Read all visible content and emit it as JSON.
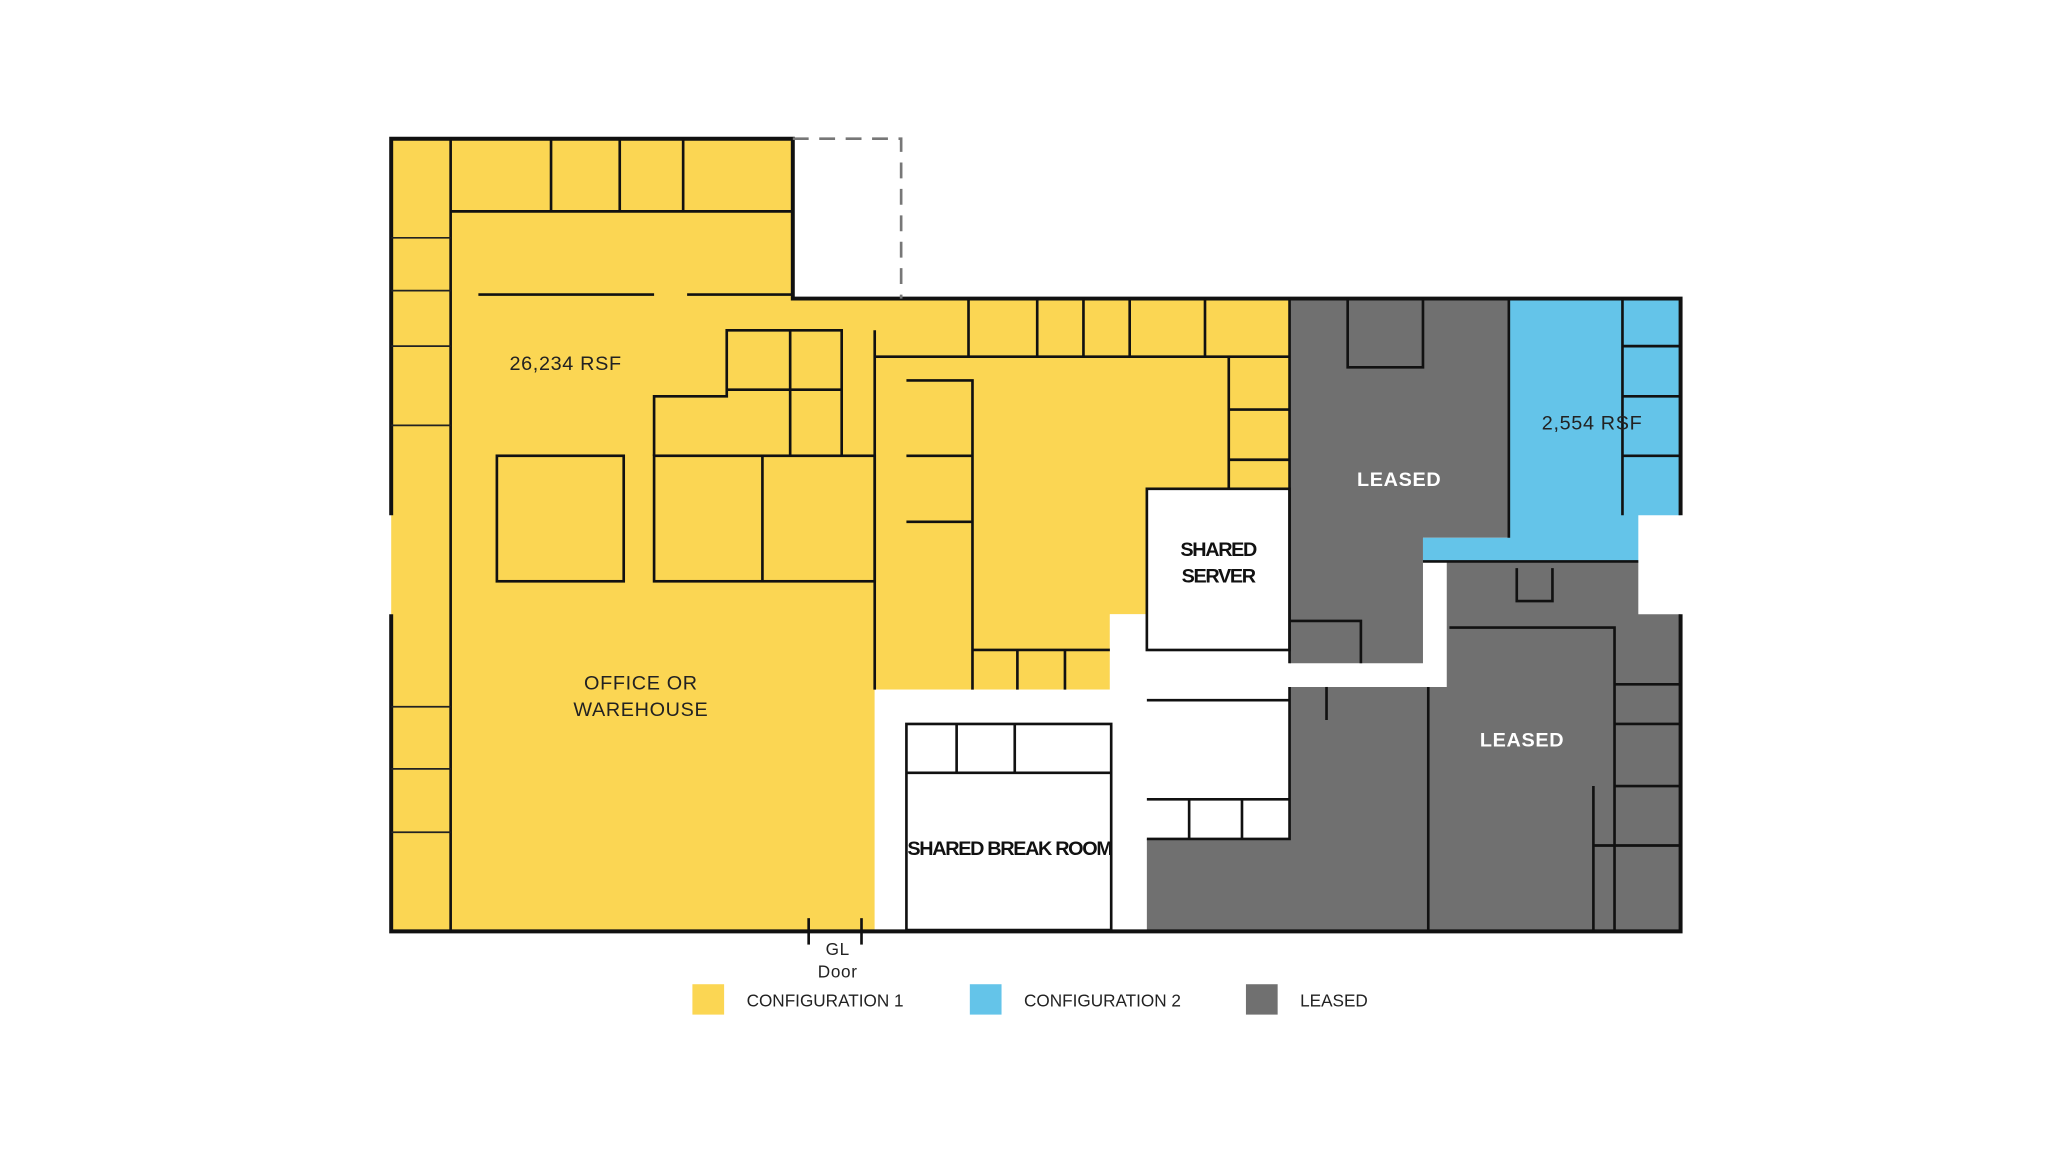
{
  "floorplan": {
    "labels": {
      "config1_area": "26,234 RSF",
      "office_line1": "OFFICE OR",
      "office_line2": "WAREHOUSE",
      "server_line1": "SHARED",
      "server_line2": "SERVER",
      "break_room": "SHARED BREAK ROOM",
      "leased_upper": "LEASED",
      "leased_lower": "LEASED",
      "config2_area": "2,554 RSF",
      "door_line1": "GL",
      "door_line2": "Door"
    }
  },
  "legend": {
    "items": [
      {
        "label": "CONFIGURATION 1",
        "color": "#FBD653"
      },
      {
        "label": "CONFIGURATION 2",
        "color": "#64C4E9"
      },
      {
        "label": "LEASED",
        "color": "#707070"
      }
    ]
  },
  "colors": {
    "config1": "#FBD653",
    "config2": "#64C4E9",
    "leased": "#707070",
    "shared": "#FFFFFF",
    "wall": "#111111"
  }
}
